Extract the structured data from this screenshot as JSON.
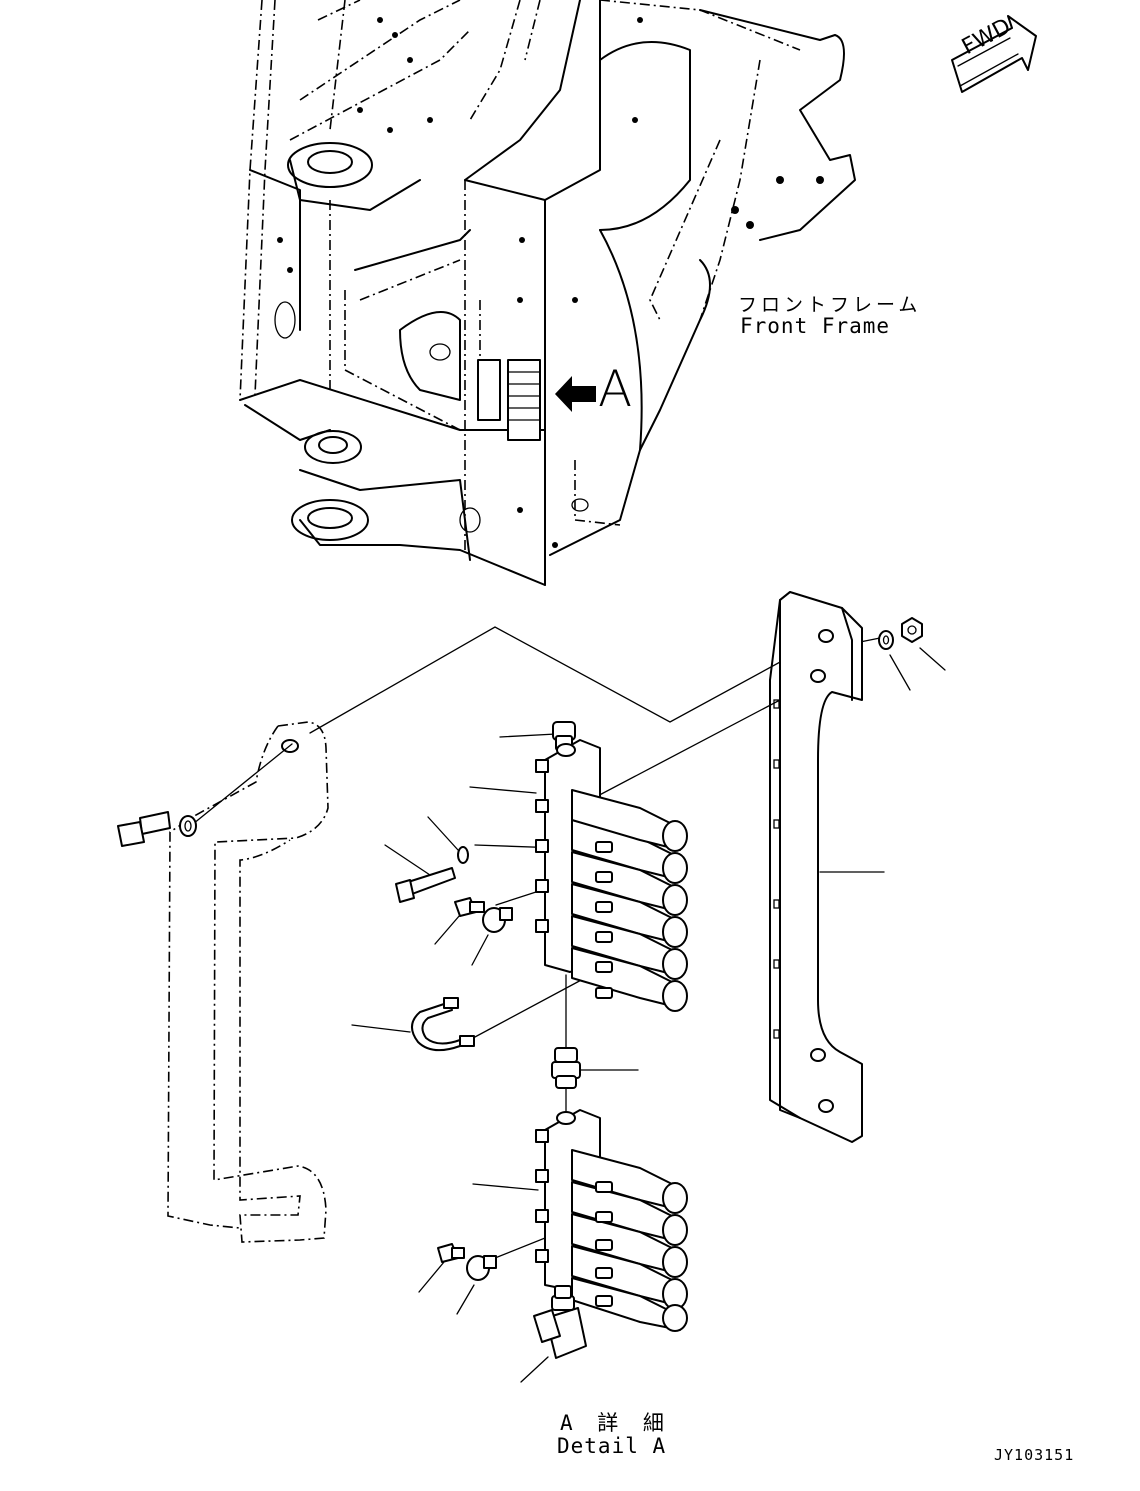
{
  "labels": {
    "fwd": "FWD",
    "front_frame_jp": "フロントフレーム",
    "front_frame_en": "Front Frame",
    "view_arrow_letter": "A",
    "detail_jp": "A 詳 細",
    "detail_en": "Detail A",
    "drawing_code": "JY103151"
  }
}
